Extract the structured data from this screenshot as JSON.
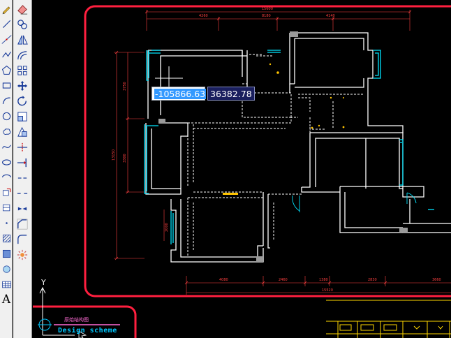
{
  "toolbar_draw": {
    "tools": [
      {
        "icon": "pencil-icon"
      },
      {
        "icon": "line-icon"
      },
      {
        "icon": "construction-line-icon"
      },
      {
        "icon": "polyline-icon"
      },
      {
        "icon": "polygon-icon"
      },
      {
        "icon": "rectangle-icon"
      },
      {
        "icon": "arc-icon"
      },
      {
        "icon": "circle-icon"
      },
      {
        "icon": "revision-cloud-icon"
      },
      {
        "icon": "spline-icon"
      },
      {
        "icon": "ellipse-icon"
      },
      {
        "icon": "ellipse-arc-icon"
      },
      {
        "icon": "insert-block-icon"
      },
      {
        "icon": "make-block-icon"
      },
      {
        "icon": "point-icon"
      },
      {
        "icon": "hatch-icon"
      },
      {
        "icon": "gradient-icon"
      },
      {
        "icon": "region-icon"
      },
      {
        "icon": "table-icon"
      },
      {
        "icon": "multiline-text-icon",
        "glyph": "A"
      }
    ]
  },
  "toolbar_modify": {
    "tools": [
      {
        "icon": "eraser-icon"
      },
      {
        "icon": "copy-icon"
      },
      {
        "icon": "mirror-icon"
      },
      {
        "icon": "offset-icon"
      },
      {
        "icon": "array-icon"
      },
      {
        "icon": "move-icon"
      },
      {
        "icon": "rotate-icon"
      },
      {
        "icon": "scale-icon"
      },
      {
        "icon": "stretch-icon"
      },
      {
        "icon": "trim-icon"
      },
      {
        "icon": "extend-icon"
      },
      {
        "icon": "break-at-point-icon"
      },
      {
        "icon": "break-icon"
      },
      {
        "icon": "join-icon"
      },
      {
        "icon": "chamfer-icon"
      },
      {
        "icon": "fillet-icon"
      },
      {
        "icon": "explode-icon"
      }
    ]
  },
  "dimensions": {
    "top_overall": "15600",
    "top_segments": [
      "4260",
      "8180",
      "4140"
    ],
    "bottom_overall": "15520",
    "bottom_segments": [
      "4080",
      "2460",
      "1380",
      "2830",
      "3660"
    ],
    "left_overall": "13150",
    "left_segments": [
      "3750",
      "3300"
    ],
    "small_left": "2000"
  },
  "coordinate_input": {
    "x_value": "-105866.63",
    "y_value": "36382.78"
  },
  "ucs": {
    "y_label": "Y"
  },
  "sheet": {
    "title": "原始结构图",
    "subtitle": "Design scheme"
  },
  "colors": {
    "highlight_red": "#ff1f3f",
    "wall_white": "#ffffff",
    "window_cyan": "#00e5ff",
    "dimension_red": "#ff4040",
    "table_yellow": "#ffd800"
  }
}
